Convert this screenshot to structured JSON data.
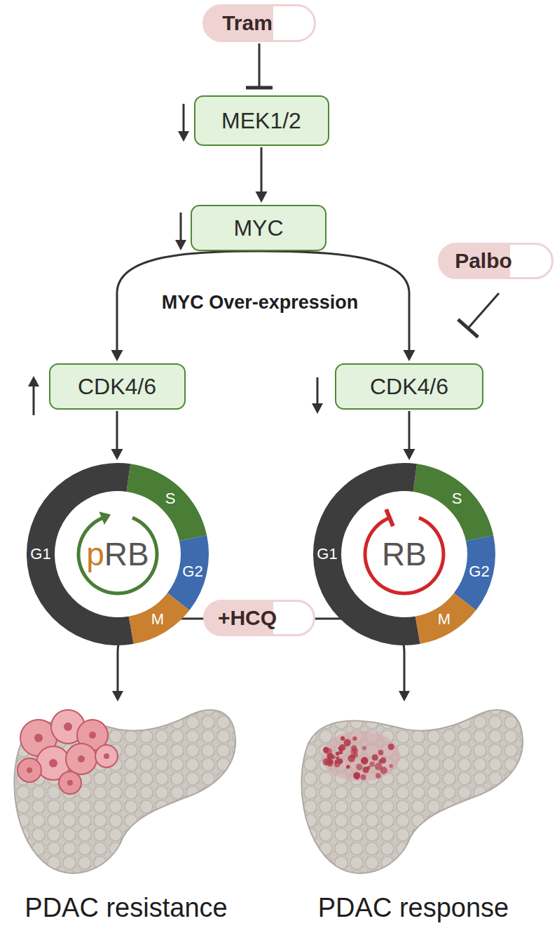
{
  "diagram": {
    "nodes": [
      {
        "text": [
          "Tram"
        ]
      },
      {
        "text": [
          "MEK1/2"
        ]
      },
      {
        "text": [
          "MYC"
        ]
      },
      {
        "text": [
          "Palbo"
        ]
      },
      {
        "text": [
          "CDK4/6"
        ]
      },
      {
        "text": [
          "CDK4/6"
        ]
      },
      {
        "text": [
          "G1",
          "S",
          "G2",
          "M",
          "pRB"
        ]
      },
      {
        "text": [
          "G1",
          "S",
          "G2",
          "M",
          "RB"
        ]
      },
      {
        "text": [
          "+HCQ"
        ]
      }
    ],
    "edges": [
      {
        "from": 0,
        "to": 1,
        "arrow": "to"
      },
      {
        "from": 1,
        "to": 2,
        "arrow": "to"
      },
      {
        "from": 2,
        "to": 4,
        "arrow": "to"
      },
      {
        "from": 2,
        "to": 5,
        "arrow": "to"
      },
      {
        "from": 3,
        "to": 5,
        "arrow": "to"
      },
      {
        "from": 4,
        "to": 6,
        "arrow": "to"
      },
      {
        "from": 5,
        "to": 7,
        "arrow": "to"
      }
    ],
    "labels": [
      "MYC Over-expression",
      "PDAC resistance",
      "PDAC response"
    ]
  }
}
